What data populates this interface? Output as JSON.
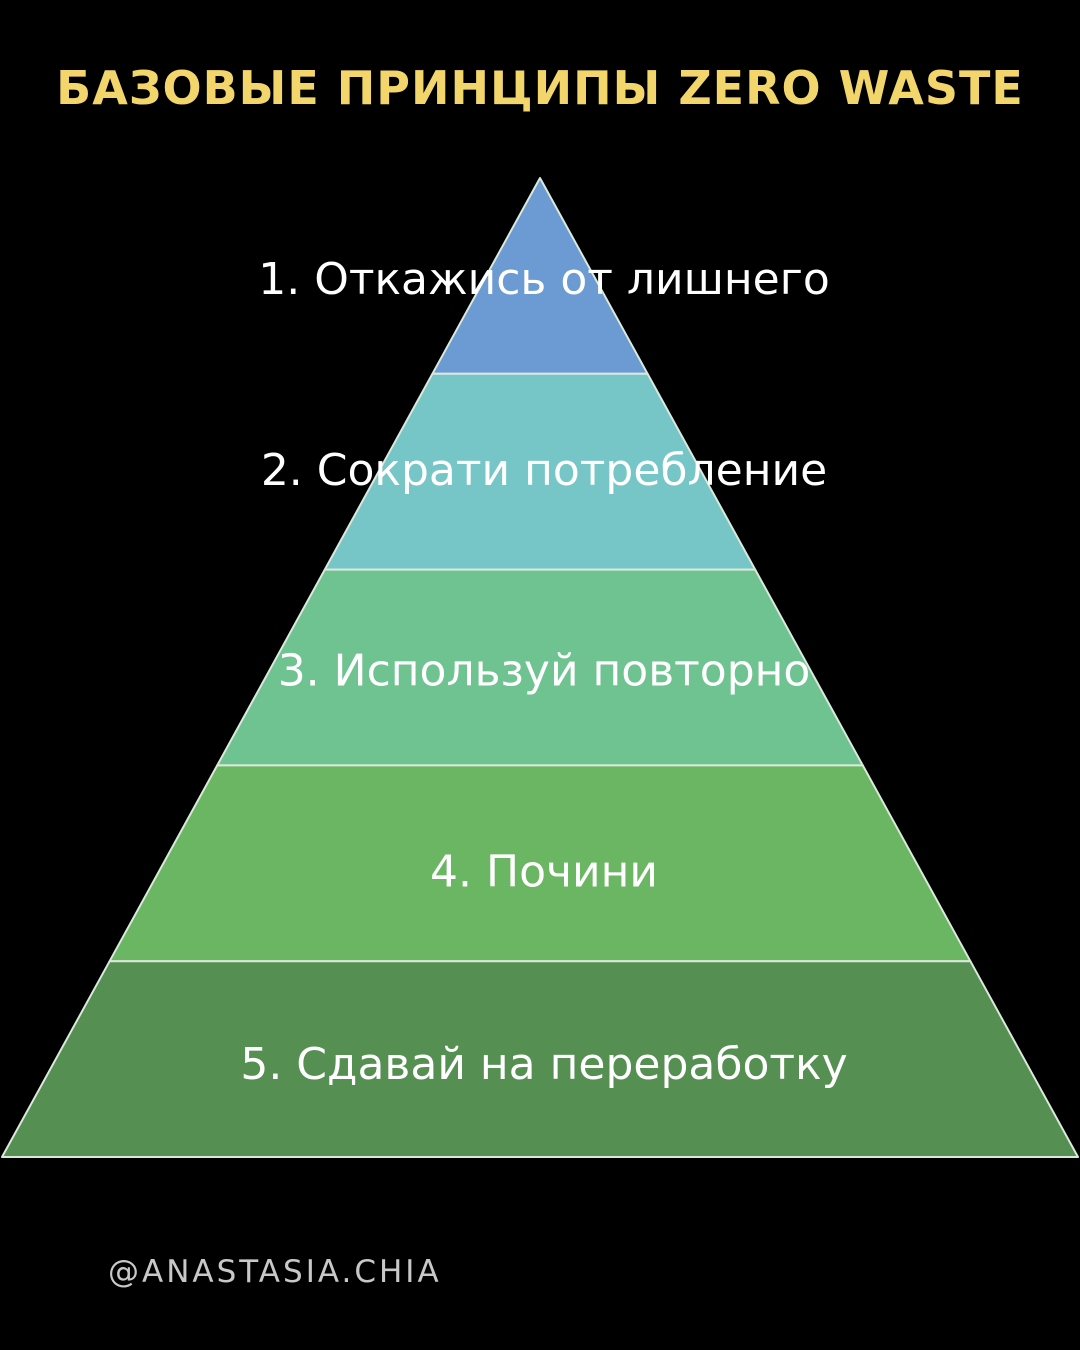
{
  "title": "БАЗОВЫЕ ПРИНЦИПЫ ZERO WASTE",
  "handle": "@ANASTASIA.CHIA",
  "colors": {
    "background": "#000000",
    "title": "#f2d56b",
    "handle": "#c8c8c8",
    "tier_text": "#ffffff",
    "tier_border": "#dbe9dc"
  },
  "tiers": [
    {
      "label": "1. Откажись от лишнего",
      "color": "#6b9bd2"
    },
    {
      "label": "2. Сократи потребление",
      "color": "#76c6c8"
    },
    {
      "label": "3. Используй повторно",
      "color": "#6fc391"
    },
    {
      "label": "4. Почини",
      "color": "#6bb662"
    },
    {
      "label": "5. Сдавай на переработку",
      "color": "#558f52"
    }
  ]
}
